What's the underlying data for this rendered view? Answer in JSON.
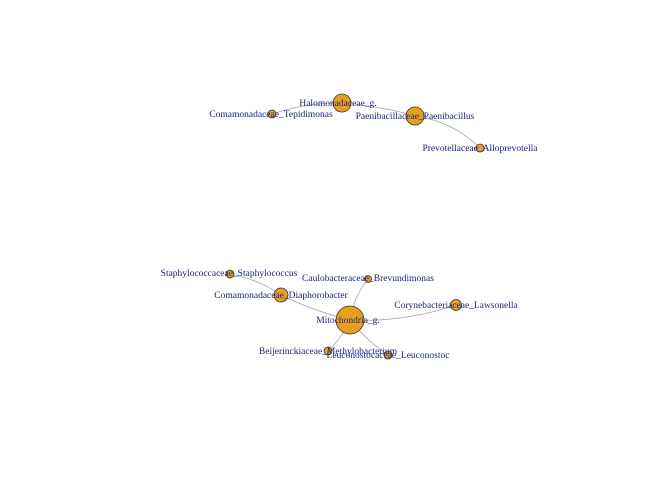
{
  "graph": {
    "node_color": "#e6a01e",
    "node_border_color": "#333333",
    "edge_color": "#a6a6a6",
    "label_color": "#1a237e",
    "nodes": [
      {
        "id": "halomonadaceae",
        "label": "Halomonadaceae_g."
      },
      {
        "id": "tepidimonas",
        "label": "Comamonadaceae_Tepidimonas"
      },
      {
        "id": "paenibacillus",
        "label": "Paenibacillaceae_Paenibacillus"
      },
      {
        "id": "alloprevotella",
        "label": "Prevotellaceae_Alloprevotella"
      },
      {
        "id": "staphylococcus",
        "label": "Staphylococcaceae_Staphylococcus"
      },
      {
        "id": "brevundimonas",
        "label": "Caulobacteraceae_Brevundimonas"
      },
      {
        "id": "diaphorobacter",
        "label": "Comamonadaceae_Diaphorobacter"
      },
      {
        "id": "lawsonella",
        "label": "Corynebacteriaceae_Lawsonella"
      },
      {
        "id": "mitochondria",
        "label": "Mitochondria_g."
      },
      {
        "id": "methylobacterium",
        "label": "Beijerinckiaceae_Methylobacterium"
      },
      {
        "id": "leuconostoc",
        "label": "Leuconostocaceae_Leuconostoc"
      }
    ],
    "edges": [
      {
        "source": "tepidimonas",
        "target": "halomonadaceae"
      },
      {
        "source": "halomonadaceae",
        "target": "paenibacillus"
      },
      {
        "source": "paenibacillus",
        "target": "alloprevotella"
      },
      {
        "source": "staphylococcus",
        "target": "diaphorobacter"
      },
      {
        "source": "diaphorobacter",
        "target": "mitochondria"
      },
      {
        "source": "brevundimonas",
        "target": "mitochondria"
      },
      {
        "source": "mitochondria",
        "target": "lawsonella"
      },
      {
        "source": "mitochondria",
        "target": "methylobacterium"
      },
      {
        "source": "mitochondria",
        "target": "leuconostoc"
      }
    ]
  }
}
